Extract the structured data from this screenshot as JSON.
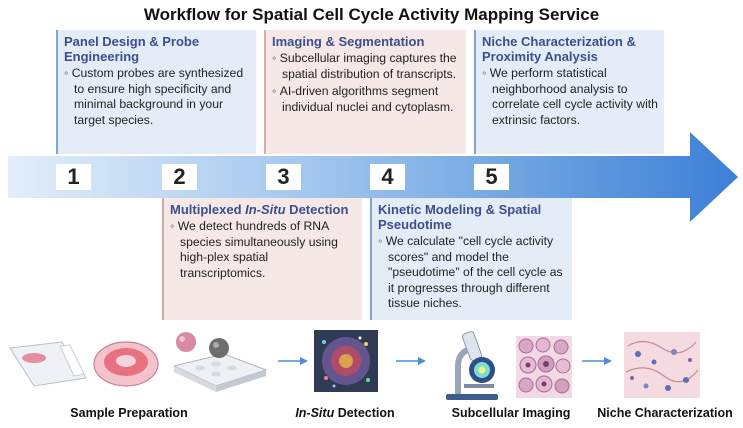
{
  "title": "Workflow for Spatial Cell Cycle Activity Mapping Service",
  "steps": [
    {
      "number": "1",
      "title": "Panel Design & Probe Engineering",
      "bullets": [
        "Custom probes are synthesized to ensure high specificity and minimal background in your target species."
      ]
    },
    {
      "number": "2",
      "title_pre": "Multiplexed ",
      "title_italic": "In-Situ",
      "title_post": " Detection",
      "bullets": [
        "We detect hundreds of RNA species simultaneously using high-plex spatial transcriptomics."
      ]
    },
    {
      "number": "3",
      "title": "Imaging & Segmentation",
      "bullets": [
        "Subcellular imaging captures the spatial distribution of transcripts.",
        "AI-driven algorithms segment individual nuclei and cytoplasm."
      ]
    },
    {
      "number": "4",
      "title": "Kinetic Modeling & Spatial Pseudotime",
      "bullets": [
        "We calculate \"cell cycle activity scores\" and model the \"pseudotime\" of the cell cycle as it progresses through different tissue niches."
      ]
    },
    {
      "number": "5",
      "title": "Niche Characterization & Proximity Analysis",
      "bullets": [
        "We perform statistical neighborhood analysis to correlate cell cycle activity with extrinsic factors."
      ]
    }
  ],
  "stages": {
    "sample": "Sample Preparation",
    "insitu_italic": "In-Situ",
    "insitu_rest": " Detection",
    "imaging": "Subcellular Imaging",
    "niche": "Niche Characterization"
  },
  "colors": {
    "arrow_light": "#d6e6f6",
    "arrow_dark": "#3b7fd6",
    "card_blue": "#e4edf7",
    "card_pink": "#f6e8e6",
    "title_blue": "#3b4f8f"
  }
}
